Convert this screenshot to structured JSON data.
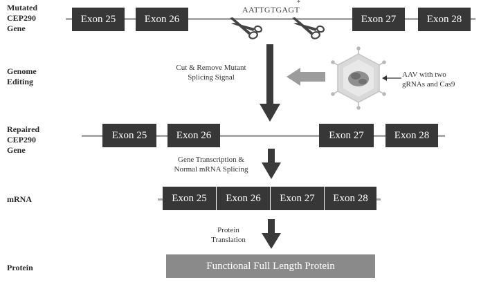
{
  "labels": {
    "mutated": [
      "Mutated",
      "CEP290",
      "Gene"
    ],
    "editing": [
      "Genome",
      "Editing"
    ],
    "repaired": [
      "Repaired",
      "CEP290",
      "Gene"
    ],
    "mrna": "mRNA",
    "protein": "Protein"
  },
  "sequence": {
    "text": "AATTGTGAGT",
    "star": "*"
  },
  "mutated_exons": [
    "Exon 25",
    "Exon 26",
    "Exon 27",
    "Exon 28"
  ],
  "repaired_exons": [
    "Exon 25",
    "Exon 26",
    "Exon 27",
    "Exon 28"
  ],
  "mrna_exons": [
    "Exon 25",
    "Exon 26",
    "Exon 27",
    "Exon 28"
  ],
  "steps": {
    "cut": [
      "Cut & Remove Mutant",
      "Splicing Signal"
    ],
    "transcription": [
      "Gene Transcription &",
      "Normal mRNA Splicing"
    ],
    "translation": [
      "Protein",
      "Translation"
    ]
  },
  "aav_label": [
    "AAV with two",
    "gRNAs and Cas9"
  ],
  "protein_box": "Functional Full Length Protein",
  "colors": {
    "exon": "#373737",
    "line": "#a9a9a9",
    "arrow": "#3a3a3a",
    "grey_arrow": "#9c9c9c",
    "protein_box": "#8a8a8a"
  },
  "icons": [
    "scissors-icon",
    "scissors-icon",
    "aav-virus-icon"
  ]
}
